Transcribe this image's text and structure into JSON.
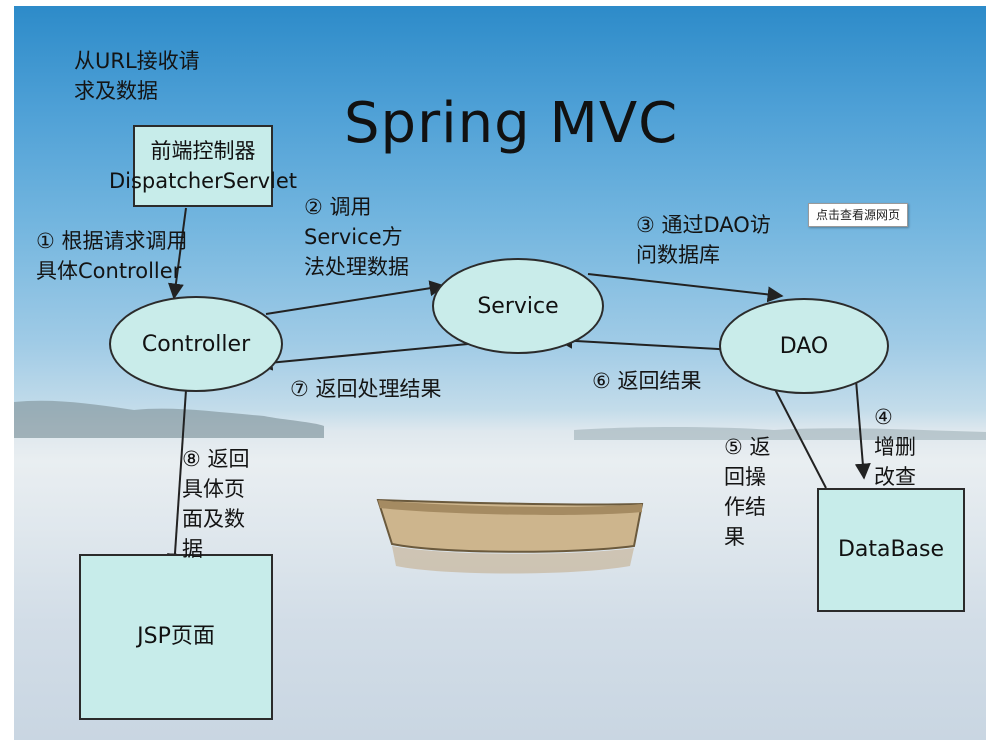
{
  "title": "Spring MVC",
  "tooltip": "点击查看源网页",
  "nodes": {
    "frontController": "前端控制器\nDispatcherServlet",
    "controller": "Controller",
    "service": "Service",
    "dao": "DAO",
    "jsp": "JSP页面",
    "database": "DataBase"
  },
  "labels": {
    "receive": "从URL接收请\n求及数据",
    "step1": "① 根据请求调用\n具体Controller",
    "step2": "② 调用\nService方\n法处理数据",
    "step3": "③ 通过DAO访\n问数据库",
    "step4": "④\n增删\n改查",
    "step5": "⑤ 返\n回操\n作结\n果",
    "step6": "⑥ 返回结果",
    "step7": "⑦ 返回处理结果",
    "step8": "⑧ 返回\n具体页\n面及数\n据"
  }
}
